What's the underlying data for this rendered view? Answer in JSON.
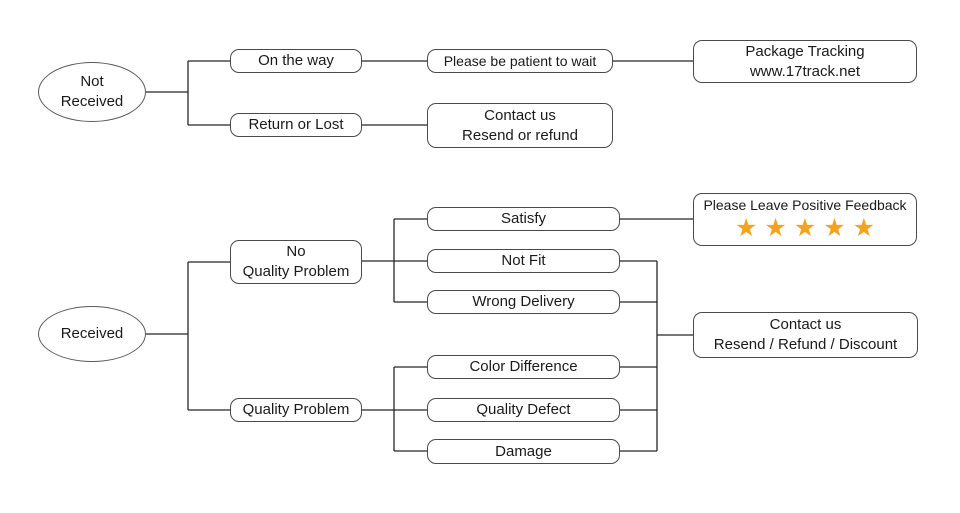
{
  "diagram": {
    "colors": {
      "background": "#ffffff",
      "line": "#262626",
      "box_border": "#4a4a4a",
      "text": "#1a1a1a",
      "star": "#F6A21D"
    },
    "nodes": {
      "not_received": {
        "lines": [
          "Not",
          "Received"
        ]
      },
      "received": {
        "label": "Received"
      },
      "on_the_way": {
        "label": "On the way"
      },
      "return_or_lost": {
        "label": "Return or Lost"
      },
      "be_patient": {
        "label": "Please be patient to wait"
      },
      "contact_resend_refund": {
        "lines": [
          "Contact us",
          "Resend or refund"
        ]
      },
      "package_tracking": {
        "lines": [
          "Package Tracking",
          "www.17track.net"
        ]
      },
      "no_quality_problem": {
        "lines": [
          "No",
          "Quality Problem"
        ]
      },
      "quality_problem": {
        "label": "Quality Problem"
      },
      "satisfy": {
        "label": "Satisfy"
      },
      "not_fit": {
        "label": "Not Fit"
      },
      "wrong_delivery": {
        "label": "Wrong Delivery"
      },
      "color_difference": {
        "label": "Color Difference"
      },
      "quality_defect": {
        "label": "Quality Defect"
      },
      "damage": {
        "label": "Damage"
      },
      "positive_feedback": {
        "title": "Please Leave Positive Feedback",
        "star_count": 5,
        "stars": "★★★★★"
      },
      "contact_discount": {
        "lines": [
          "Contact us",
          "Resend / Refund / Discount"
        ]
      }
    }
  }
}
